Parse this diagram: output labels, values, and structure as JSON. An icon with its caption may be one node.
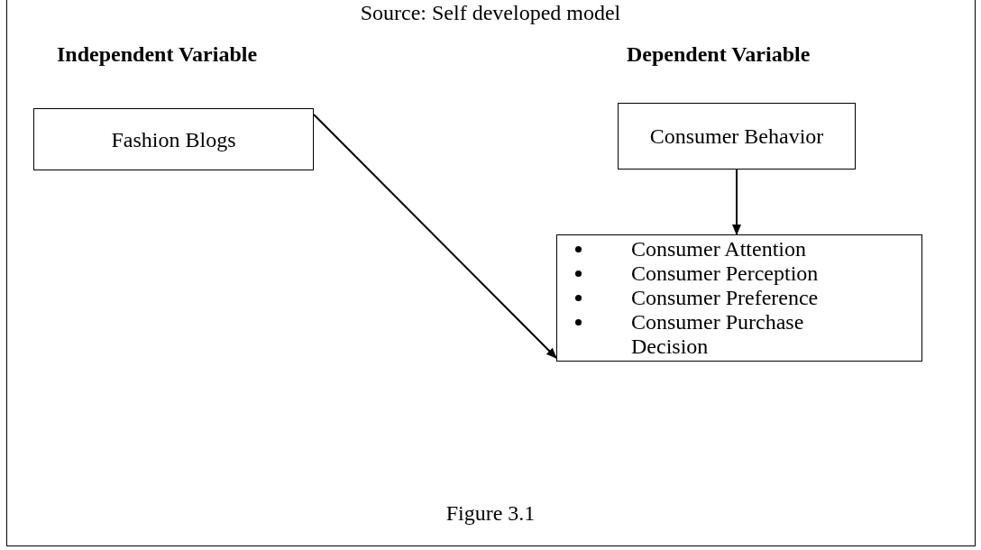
{
  "diagram": {
    "caption": "Figure 3.1",
    "nodes": [
      {
        "text": [
          "Fashion Blogs"
        ]
      },
      {
        "text": [
          "Consumer Behavior"
        ]
      },
      {
        "text": [
          "Consumer Attention",
          "Consumer Perception",
          "Consumer Preference",
          "Consumer Purchase Decision"
        ]
      }
    ],
    "edges": [
      {
        "from": 0,
        "to": 2,
        "arrow": "to"
      },
      {
        "from": 1,
        "to": 2,
        "arrow": "to"
      }
    ],
    "labels": [
      "Source: Self developed model",
      "Independent Variable",
      "Dependent Variable"
    ]
  }
}
